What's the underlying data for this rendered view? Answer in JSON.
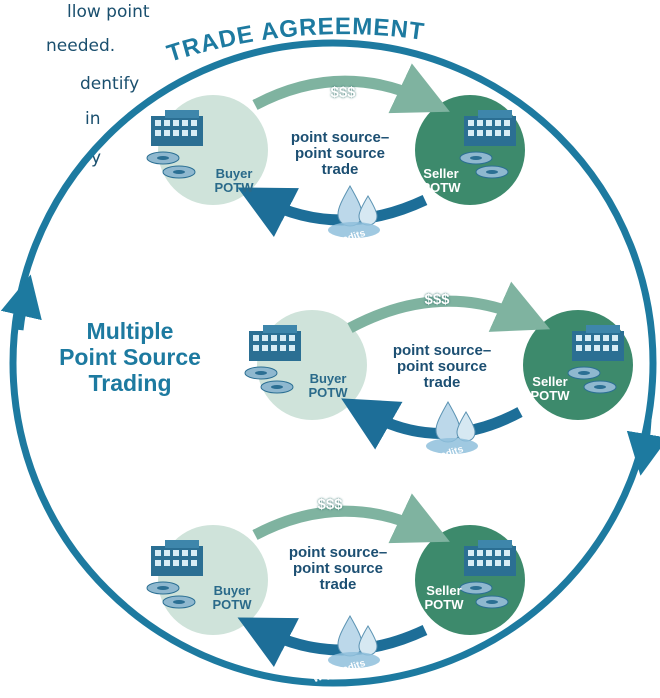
{
  "intro_fragments": [
    "llow point",
    "needed.",
    "dentify",
    "in",
    "y"
  ],
  "header": {
    "title": "TRADE AGREEMENT"
  },
  "center_label": {
    "line1": "Multiple",
    "line2": "Point Source",
    "line3": "Trading"
  },
  "trades": [
    {
      "money": "$$$",
      "mid1": "point source–",
      "mid2": "point source",
      "mid3": "trade",
      "buyer1": "Buyer",
      "buyer2": "POTW",
      "seller1": "Seller",
      "seller2": "POTW",
      "credits": "WQ Credits"
    },
    {
      "money": "$$$",
      "mid1": "point source–",
      "mid2": "point source",
      "mid3": "trade",
      "buyer1": "Buyer",
      "buyer2": "POTW",
      "seller1": "Seller",
      "seller2": "POTW",
      "credits": "WQ Credits"
    },
    {
      "money": "$$$",
      "mid1": "point source–",
      "mid2": "point source",
      "mid3": "trade",
      "buyer1": "Buyer",
      "buyer2": "POTW",
      "seller1": "Seller",
      "seller2": "POTW",
      "credits": "WQ Credits"
    }
  ],
  "colors": {
    "ring": "#1d7aa0",
    "buyer_circle": "#cfe3da",
    "seller_circle": "#3d8a6c",
    "money_arrow": "#7fb3a0",
    "credit_arrow": "#1d6e98",
    "drop": "#bcd8ea"
  }
}
